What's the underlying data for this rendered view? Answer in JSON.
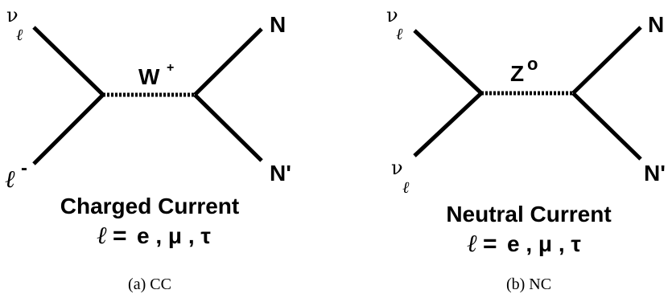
{
  "panel_a": {
    "incoming_top_symbol": "ν",
    "incoming_top_sub": "ℓ",
    "incoming_bottom_symbol": "ℓ",
    "incoming_bottom_sup": "-",
    "boson_symbol": "W",
    "boson_sup": "+",
    "outgoing_top": "N",
    "outgoing_bottom": "N'",
    "title": "Charged Current",
    "lepton_symbol": "ℓ",
    "equals": "=",
    "flavors": "e , μ , τ",
    "caption": "(a) CC"
  },
  "panel_b": {
    "incoming_top_symbol": "ν",
    "incoming_top_sub": "ℓ",
    "incoming_bottom_symbol": "ν",
    "incoming_bottom_sub": "ℓ",
    "boson_symbol": "Z",
    "boson_sup": "o",
    "outgoing_top": "N",
    "outgoing_bottom": "N'",
    "title": "Neutral Current",
    "lepton_symbol": "ℓ",
    "equals": "=",
    "flavors": "e , μ , τ",
    "caption": "(b) NC"
  }
}
